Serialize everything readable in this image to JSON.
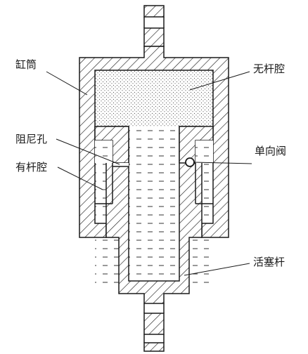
{
  "labels": {
    "cylinder": "缸筒",
    "rodless_chamber": "无杆腔",
    "damping_orifice": "阻尼孔",
    "check_valve": "单向阀",
    "rod_chamber": "有杆腔",
    "piston_rod": "活塞杆"
  },
  "colors": {
    "line": "#1a1a1a",
    "hatch": "#222222",
    "background": "#ffffff"
  }
}
